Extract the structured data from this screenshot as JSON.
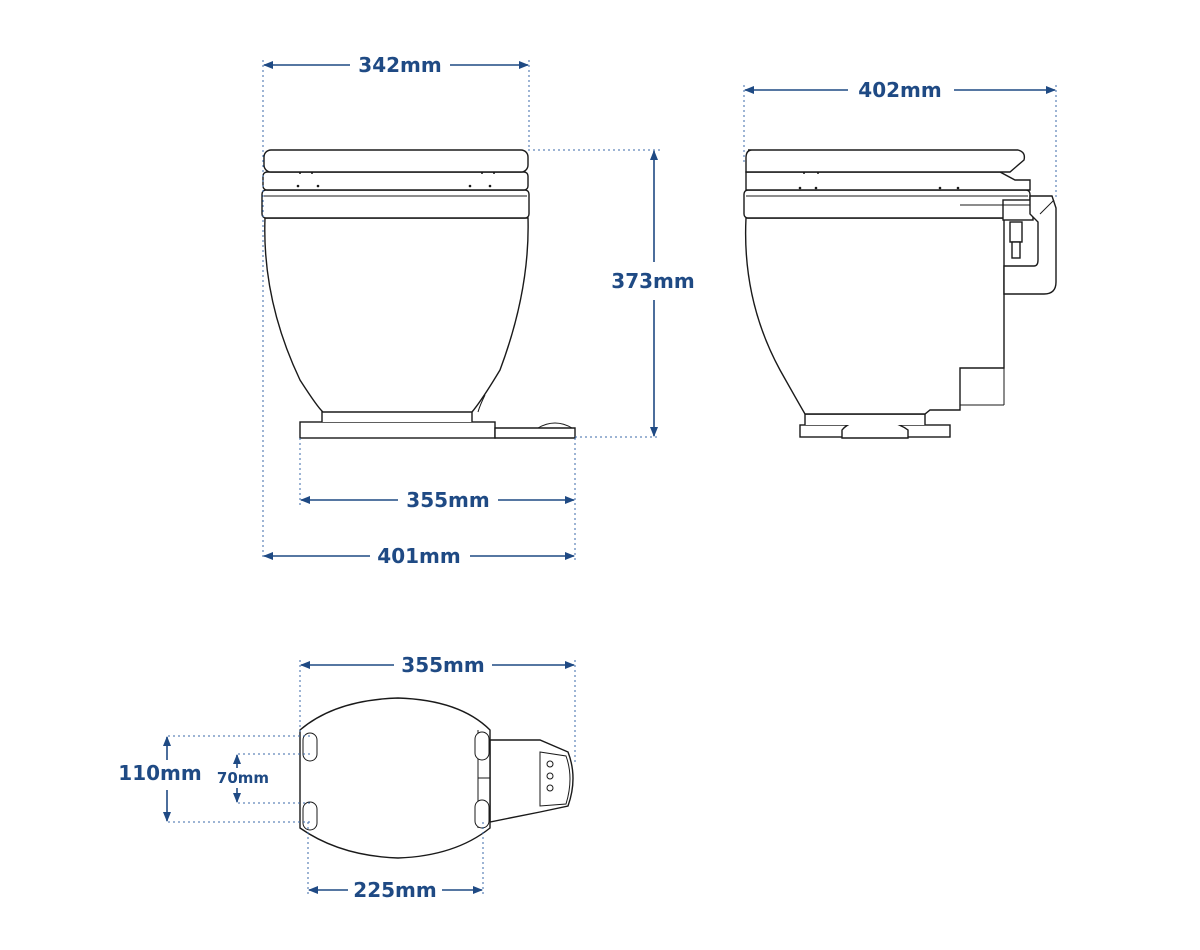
{
  "dimensions": {
    "front_width": "342mm",
    "height": "373mm",
    "front_base_depth": "355mm",
    "front_overall": "401mm",
    "side_overall": "402mm",
    "top_base": "355mm",
    "bolt_outer": "110mm",
    "bolt_inner": "70mm",
    "bolt_span": "225mm"
  },
  "colors": {
    "dimension": "#1f4a84",
    "outline": "#1a1a1a"
  }
}
